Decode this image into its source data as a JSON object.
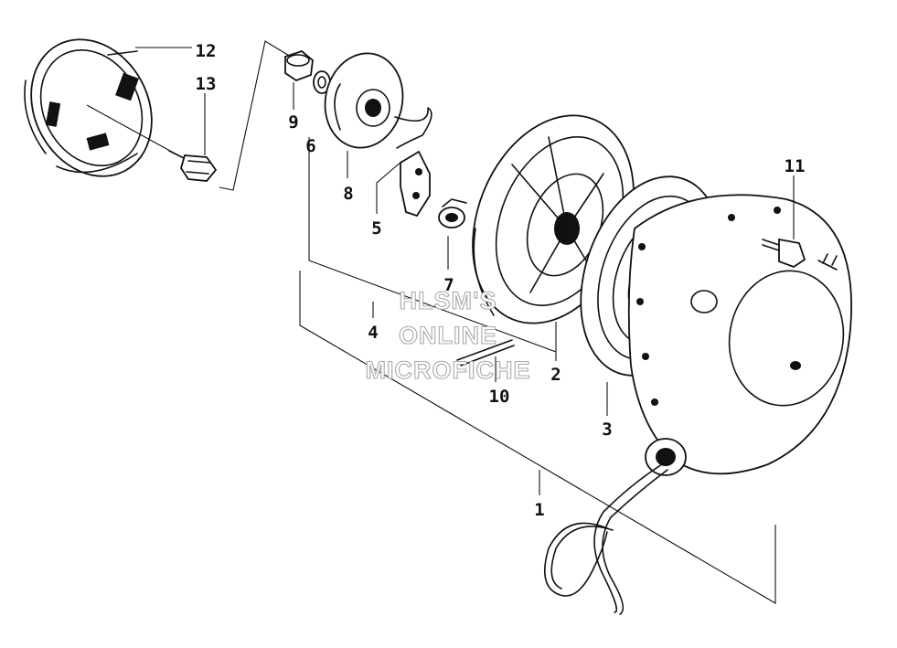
{
  "diagram": {
    "callouts": [
      {
        "id": "c12",
        "label": "12"
      },
      {
        "id": "c13",
        "label": "13"
      },
      {
        "id": "c9",
        "label": "9"
      },
      {
        "id": "c6",
        "label": "6"
      },
      {
        "id": "c8",
        "label": "8"
      },
      {
        "id": "c5",
        "label": "5"
      },
      {
        "id": "c7",
        "label": "7"
      },
      {
        "id": "c4",
        "label": "4"
      },
      {
        "id": "c10",
        "label": "10"
      },
      {
        "id": "c2",
        "label": "2"
      },
      {
        "id": "c3",
        "label": "3"
      },
      {
        "id": "c11",
        "label": "11"
      },
      {
        "id": "c1",
        "label": "1"
      }
    ],
    "watermark": {
      "line1": "HLSM'S",
      "line2": "ONLINE",
      "line3": "MICROFICHE"
    }
  }
}
